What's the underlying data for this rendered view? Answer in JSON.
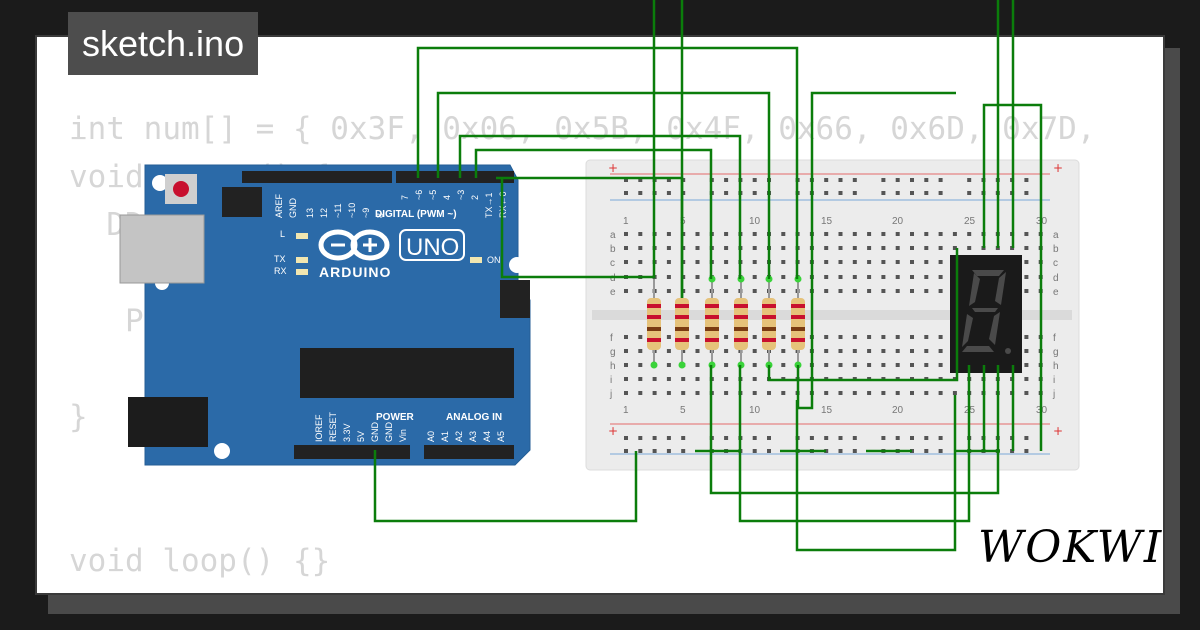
{
  "tab": {
    "title": "sketch.ino"
  },
  "code_lines": [
    "int num[] = { 0x3F, 0x06, 0x5B, 0x4F, 0x66, 0x6D, 0x7D,",
    "void setup() {",
    "  DDRD",
    "",
    "   PO",
    "",
    "}",
    "",
    "",
    "void loop() {}"
  ],
  "brand": {
    "name": "WOKWI"
  },
  "arduino": {
    "aref": "AREF",
    "gnd": "GND",
    "pins": [
      "13",
      "12",
      "~11",
      "~10",
      "~9",
      "8",
      "7",
      "~6",
      "~5",
      "4",
      "~3",
      "2",
      "TX→1",
      "RX←0"
    ],
    "digital_label": "DIGITAL (PWM ~)",
    "uno": "UNO",
    "name": "ARDUINO",
    "l": "L",
    "tx": "TX",
    "rx": "RX",
    "on": "ON",
    "power_label": "POWER",
    "analog_label": "ANALOG IN",
    "power_pins": [
      "IOREF",
      "RESET",
      "3.3V",
      "5V",
      "GND",
      "GND",
      "Vin"
    ],
    "analog_pins": [
      "A0",
      "A1",
      "A2",
      "A3",
      "A4",
      "A5"
    ]
  },
  "breadboard": {
    "col_numbers": [
      "1",
      "5",
      "10",
      "15",
      "20",
      "25",
      "30"
    ],
    "rows_top": [
      "a",
      "b",
      "c",
      "d",
      "e"
    ],
    "rows_bottom": [
      "f",
      "g",
      "h",
      "i",
      "j"
    ],
    "plus": "+",
    "minus": "-"
  },
  "colors": {
    "wire": "#0b7d0b",
    "board": "#2b6aa8",
    "resistor_body": "#e6c27a",
    "display": "#1a1a1a",
    "segment_off": "#4a4a4a"
  }
}
